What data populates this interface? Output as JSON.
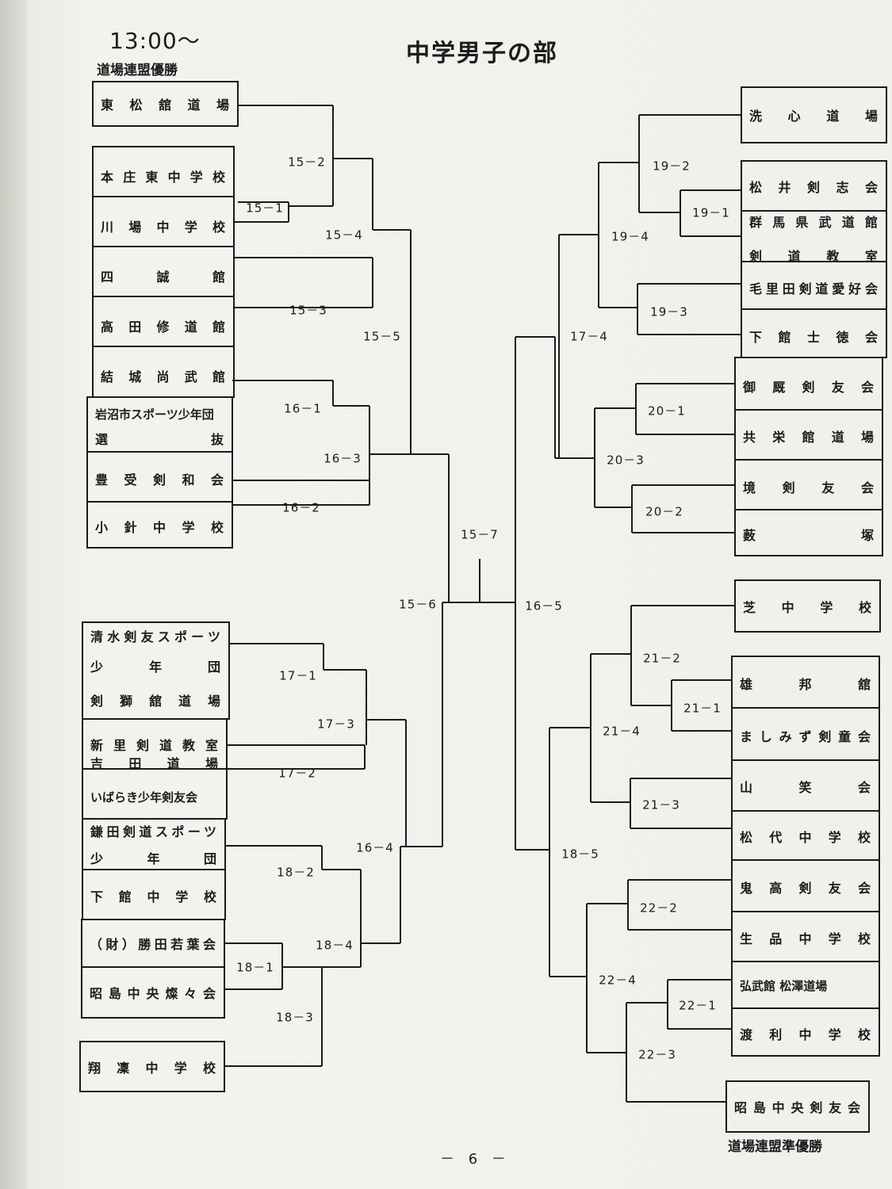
{
  "header": {
    "time": "13:00～",
    "title": "中学男子の部",
    "champion_caption": "道場連盟優勝",
    "runnerup_caption": "道場連盟準優勝",
    "page_number": "－ 6 －"
  },
  "left_top_teams": [
    "東松舘道場",
    "本庄東中学校",
    "川場中学校",
    "四誠館",
    "高田修道館",
    "結城尚武館",
    "岩沼市スポーツ少年団",
    "選抜",
    "豊受剣和会",
    "小針中学校"
  ],
  "left_bottom_teams": [
    "清水剣友スポーツ",
    "少年団",
    "剣獅舘道場",
    "新里剣道教室",
    "吉田道場",
    "いばらき少年剣友会",
    "鎌田剣道スポーツ",
    "少年団",
    "下館中学校",
    "（財）勝田若葉会",
    "昭島中央燦々会",
    "翔凜中学校"
  ],
  "right_top_teams": [
    "洗心道場",
    "松井剣志会",
    "群馬県武道館",
    "剣道教室",
    "毛里田剣道愛好会",
    "下館士徳会",
    "御厩剣友会",
    "共栄館道場",
    "境剣友会",
    "薮塚"
  ],
  "right_bottom_teams": [
    "芝中学校",
    "雄邦舘",
    "ましみず剣童会",
    "山笑会",
    "松代中学校",
    "鬼高剣友会",
    "生品中学校",
    "弘武館 松澤道場",
    "渡利中学校",
    "昭島中央剣友会"
  ],
  "matches": {
    "m15_1": "15－1",
    "m15_2": "15－2",
    "m15_3": "15－3",
    "m15_4": "15－4",
    "m15_5": "15－5",
    "m15_6": "15－6",
    "m15_7": "15－7",
    "m16_1": "16－1",
    "m16_2": "16－2",
    "m16_3": "16－3",
    "m16_4": "16－4",
    "m16_5": "16－5",
    "m17_1": "17－1",
    "m17_2": "17－2",
    "m17_3": "17－3",
    "m17_4": "17－4",
    "m18_1": "18－1",
    "m18_2": "18－2",
    "m18_3": "18－3",
    "m18_4": "18－4",
    "m18_5": "18－5",
    "m19_1": "19－1",
    "m19_2": "19－2",
    "m19_3": "19－3",
    "m19_4": "19－4",
    "m20_1": "20－1",
    "m20_2": "20－2",
    "m20_3": "20－3",
    "m21_1": "21－1",
    "m21_2": "21－2",
    "m21_3": "21－3",
    "m21_4": "21－4",
    "m22_1": "22－1",
    "m22_2": "22－2",
    "m22_3": "22－3",
    "m22_4": "22－4"
  }
}
